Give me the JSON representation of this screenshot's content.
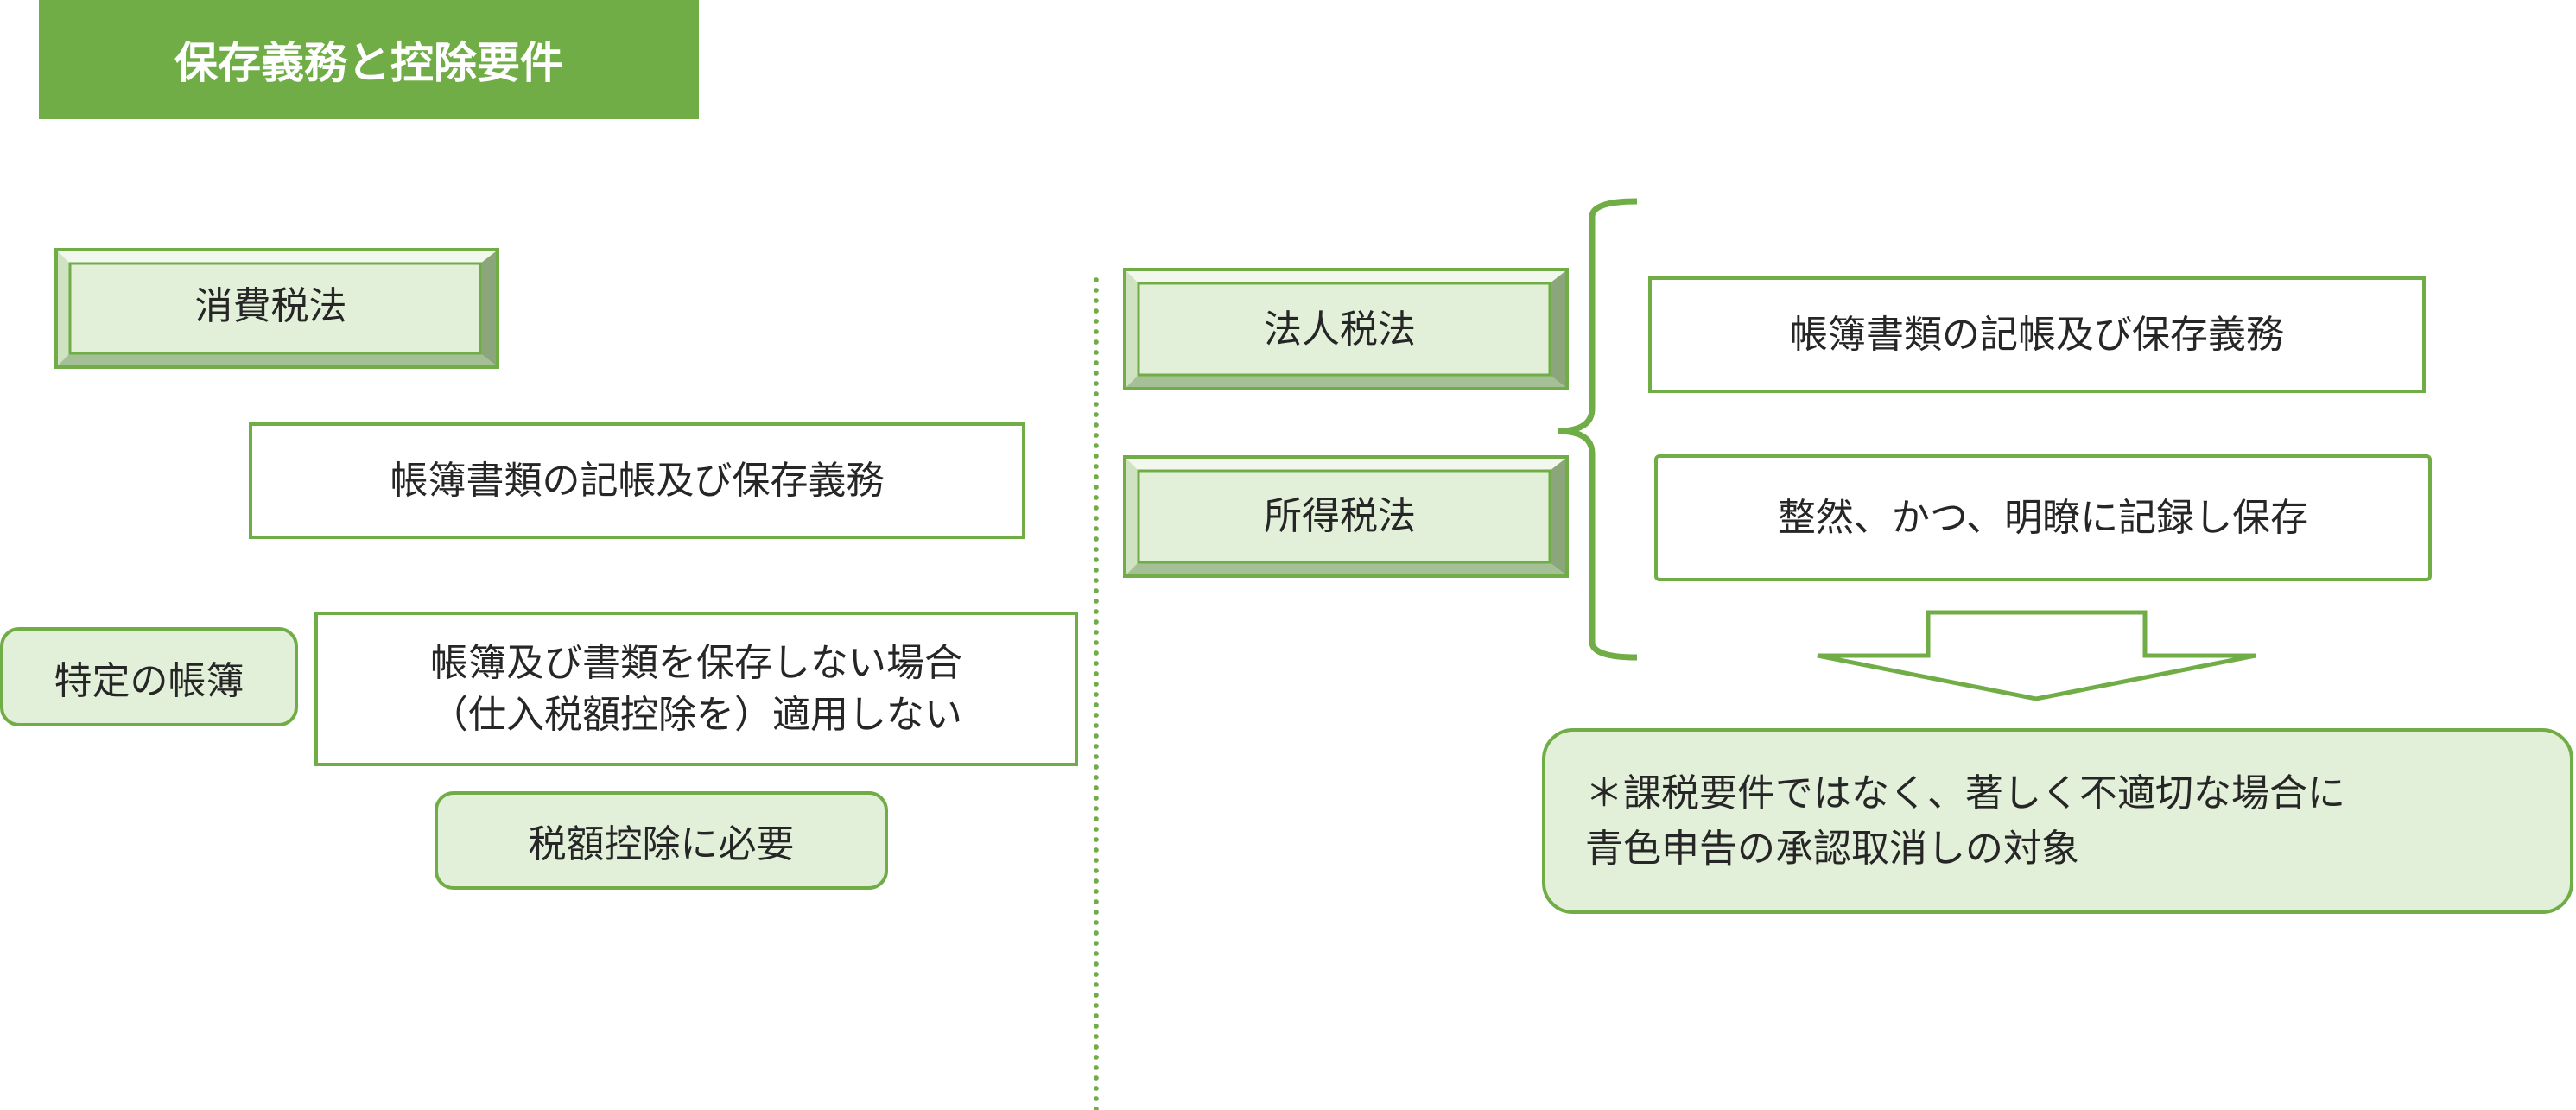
{
  "title": "保存義務と控除要件",
  "left": {
    "shohizei_label": "消費税法",
    "book_duty": "帳簿書類の記帳及び保存義務",
    "specific_books": "特定の帳簿",
    "condition_line1": "帳簿及び書類を保存しない場合",
    "condition_line2": "（仕入税額控除を）適用しない",
    "deduction_required": "税額控除に必要"
  },
  "right": {
    "hojinzei_label": "法人税法",
    "shotokuzei_label": "所得税法",
    "book_duty": "帳簿書類の記帳及び保存義務",
    "orderly_keeping": "整然、かつ、明瞭に記録し保存",
    "note_line1": "＊課税要件ではなく、著しく不適切な場合に",
    "note_line2": "青色申告の承認取消しの対象"
  },
  "colors": {
    "accent": "#70ad47",
    "light_fill": "#e2efd9",
    "bevel_dark": "#8aa67a"
  }
}
